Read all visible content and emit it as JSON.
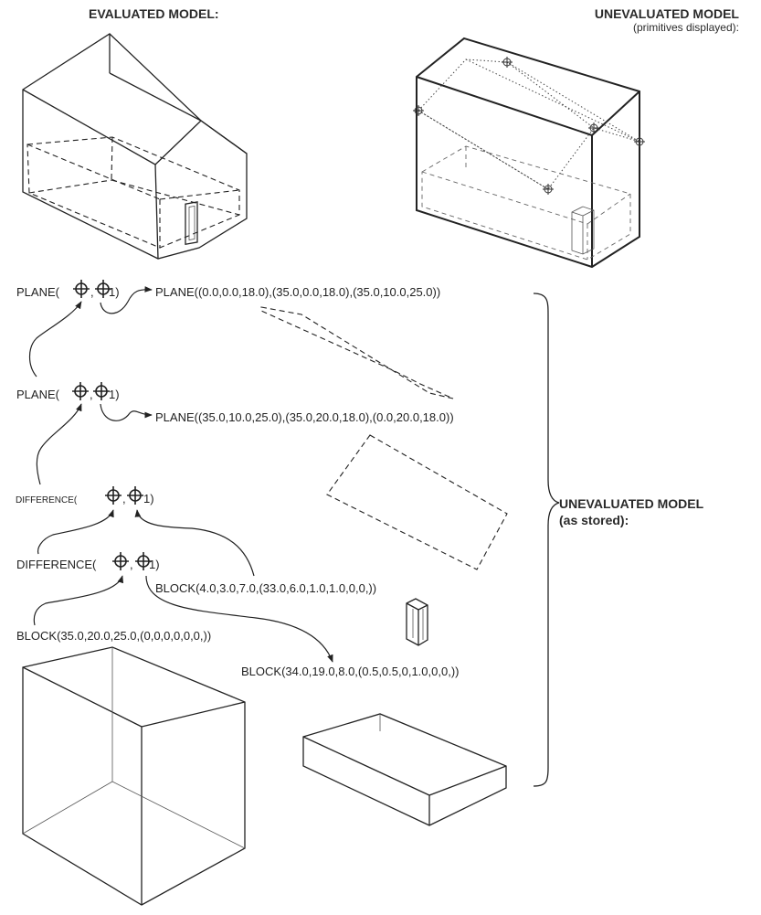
{
  "headers": {
    "evaluated": "EVALUATED MODEL:",
    "unevaluated": "UNEVALUATED MODEL",
    "unevaluated_sub": "(primitives displayed):",
    "stored_line1": "UNEVALUATED MODEL",
    "stored_line2": "(as stored):"
  },
  "tree": {
    "plane1": {
      "prefix": "PLANE(",
      "sep": ",",
      "suffix": " 1)"
    },
    "plane1_def": "PLANE((0.0,0.0,18.0),(35.0,0.0,18.0),(35.0,10.0,25.0))",
    "plane2": {
      "prefix": "PLANE(",
      "sep": ",",
      "suffix": " 1)"
    },
    "plane2_def": "PLANE((35.0,10.0,25.0),(35.0,20.0,18.0),(0.0,20.0,18.0))",
    "diff1": {
      "prefix": "DIFFERENCE(",
      "sep": ",",
      "suffix": "1)"
    },
    "diff2": {
      "prefix": "DIFFERENCE(",
      "sep": ",",
      "suffix": " 1)"
    },
    "block_door": "BLOCK(4.0,3.0,7.0,(33.0,6.0,1.0,1.0,0,0,))",
    "block_outer": "BLOCK(35.0,20.0,25.0,(0,0,0,0,0,0,))",
    "block_inner": "BLOCK(34.0,19.0,8.0,(0.5,0.5,0,1.0,0,0,))"
  },
  "icons": [
    "crosshair-icon"
  ]
}
